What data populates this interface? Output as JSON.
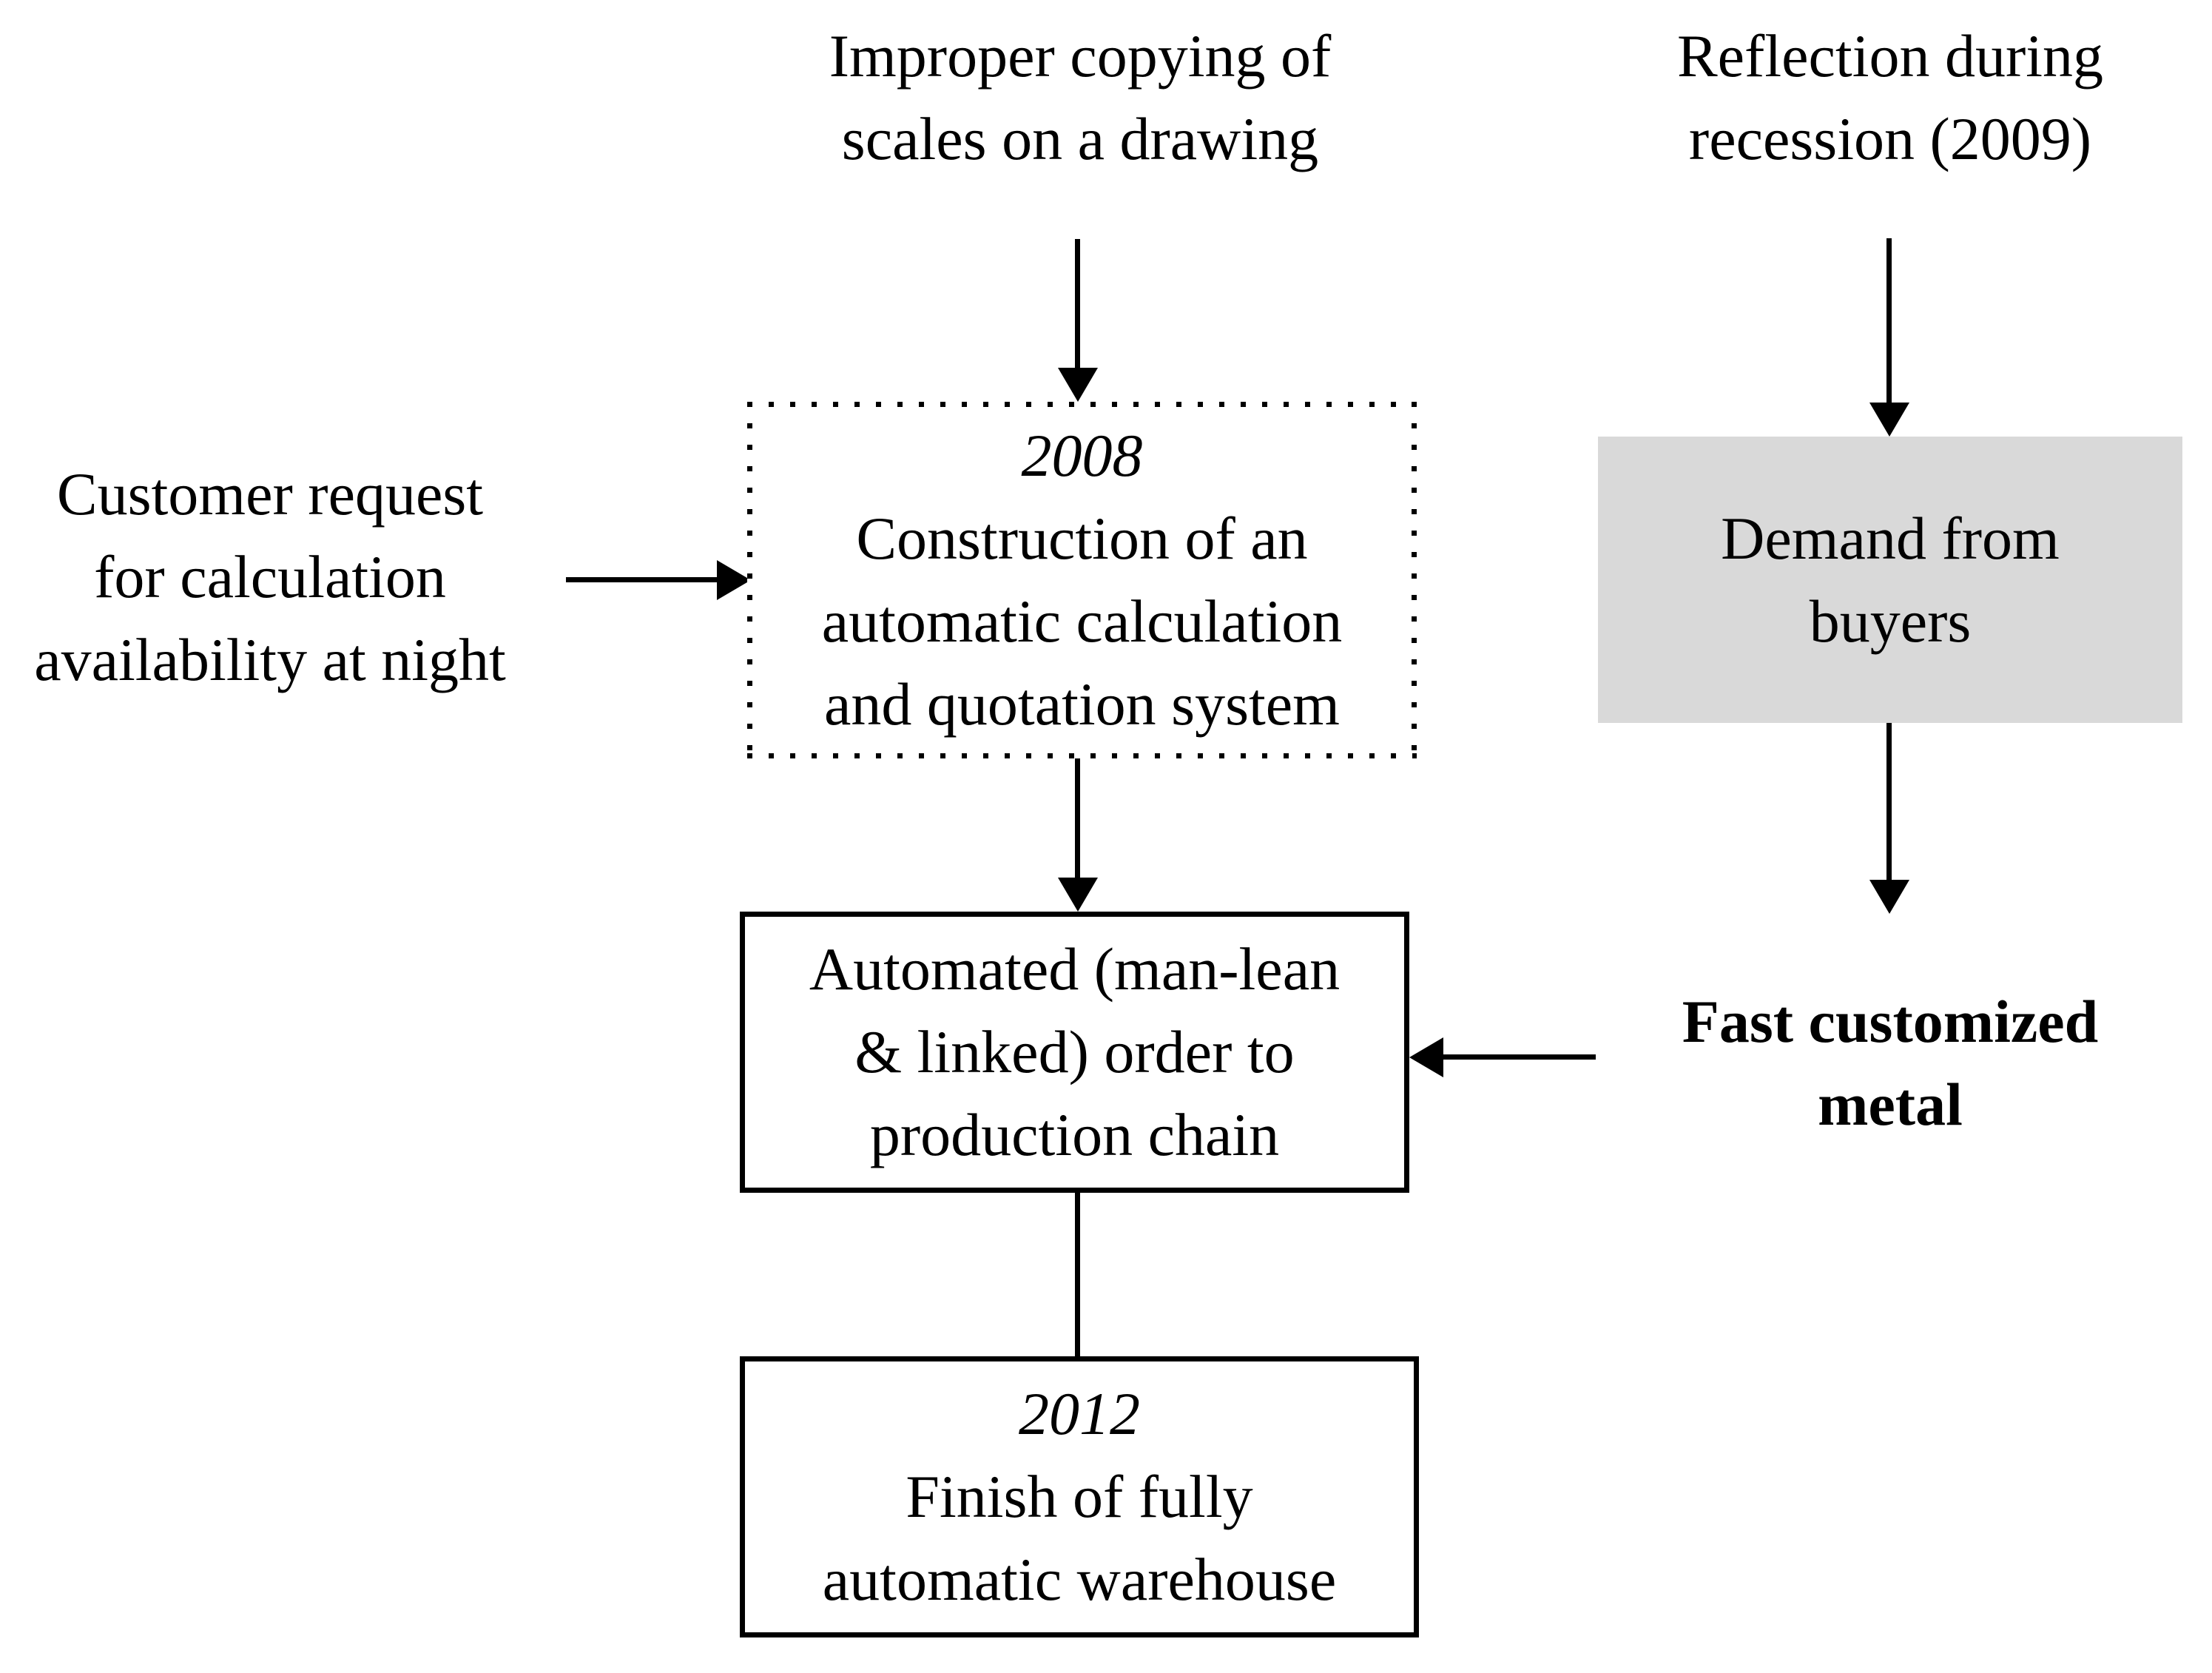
{
  "diagram": {
    "background": "#ffffff",
    "line_color": "#000000",
    "nodes": {
      "improper_copying": {
        "lines": [
          "Improper copying of",
          "scales on a drawing"
        ],
        "style": "plain-text"
      },
      "reflection_recession": {
        "lines": [
          "Reflection during",
          "recession (2009)"
        ],
        "style": "plain-text"
      },
      "customer_request": {
        "lines": [
          "Customer request",
          "for calculation",
          "availability at night"
        ],
        "style": "plain-text"
      },
      "construction_2008": {
        "year": "2008",
        "lines": [
          "Construction of an",
          "automatic calculation",
          "and quotation system"
        ],
        "style": "dotted-box"
      },
      "demand_buyers": {
        "lines": [
          "Demand from",
          "buyers"
        ],
        "style": "filled-box",
        "fill": "#d9d9d9"
      },
      "automated_order": {
        "lines": [
          "Automated (man-lean",
          "& linked) order to",
          "production chain"
        ],
        "style": "solid-box"
      },
      "fast_customized": {
        "lines": [
          "Fast customized",
          "metal"
        ],
        "style": "bold-text"
      },
      "finish_2012": {
        "year": "2012",
        "lines": [
          "Finish of fully",
          "automatic warehouse"
        ],
        "style": "solid-box"
      }
    },
    "edges": [
      {
        "from": "improper_copying",
        "to": "construction_2008",
        "direction": "down",
        "arrowhead": true
      },
      {
        "from": "reflection_recession",
        "to": "demand_buyers",
        "direction": "down",
        "arrowhead": true
      },
      {
        "from": "customer_request",
        "to": "construction_2008",
        "direction": "right",
        "arrowhead": true
      },
      {
        "from": "construction_2008",
        "to": "automated_order",
        "direction": "down",
        "arrowhead": true
      },
      {
        "from": "demand_buyers",
        "to": "fast_customized",
        "direction": "down",
        "arrowhead": true
      },
      {
        "from": "fast_customized",
        "to": "automated_order",
        "direction": "left",
        "arrowhead": true
      },
      {
        "from": "automated_order",
        "to": "finish_2012",
        "direction": "down",
        "arrowhead": false
      }
    ]
  }
}
